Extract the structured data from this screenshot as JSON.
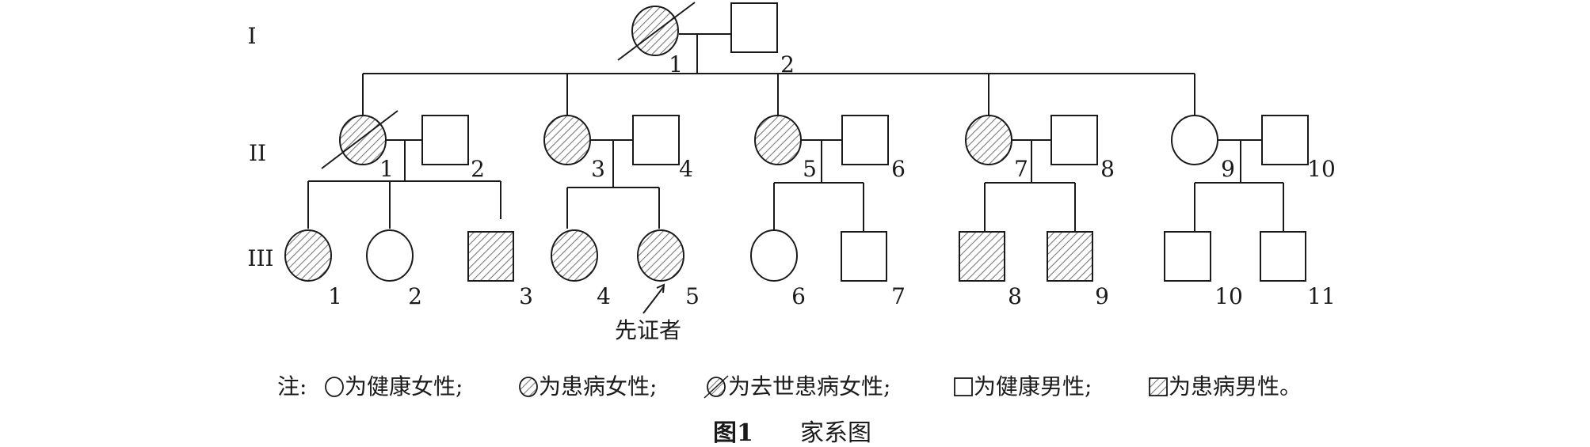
{
  "generations": [
    "I",
    "II",
    "III"
  ],
  "individuals": {
    "I-1": {
      "label": "1",
      "sex": "female",
      "affected": true,
      "deceased": true
    },
    "I-2": {
      "label": "2",
      "sex": "male",
      "affected": false,
      "deceased": false
    },
    "II-1": {
      "label": "1",
      "sex": "female",
      "affected": true,
      "deceased": true
    },
    "II-2": {
      "label": "2",
      "sex": "male",
      "affected": false,
      "deceased": false
    },
    "II-3": {
      "label": "3",
      "sex": "female",
      "affected": true,
      "deceased": false
    },
    "II-4": {
      "label": "4",
      "sex": "male",
      "affected": false,
      "deceased": false
    },
    "II-5": {
      "label": "5",
      "sex": "female",
      "affected": true,
      "deceased": false
    },
    "II-6": {
      "label": "6",
      "sex": "male",
      "affected": false,
      "deceased": false
    },
    "II-7": {
      "label": "7",
      "sex": "female",
      "affected": true,
      "deceased": false
    },
    "II-8": {
      "label": "8",
      "sex": "male",
      "affected": false,
      "deceased": false
    },
    "II-9": {
      "label": "9",
      "sex": "female",
      "affected": false,
      "deceased": false
    },
    "II-10": {
      "label": "10",
      "sex": "male",
      "affected": false,
      "deceased": false
    },
    "III-1": {
      "label": "1",
      "sex": "female",
      "affected": true,
      "deceased": false
    },
    "III-2": {
      "label": "2",
      "sex": "female",
      "affected": false,
      "deceased": false
    },
    "III-3": {
      "label": "3",
      "sex": "male",
      "affected": true,
      "deceased": false
    },
    "III-4": {
      "label": "4",
      "sex": "female",
      "affected": true,
      "deceased": false
    },
    "III-5": {
      "label": "5",
      "sex": "female",
      "affected": true,
      "deceased": false
    },
    "III-6": {
      "label": "6",
      "sex": "female",
      "affected": false,
      "deceased": false
    },
    "III-7": {
      "label": "7",
      "sex": "male",
      "affected": false,
      "deceased": false
    },
    "III-8": {
      "label": "8",
      "sex": "male",
      "affected": true,
      "deceased": false
    },
    "III-9": {
      "label": "9",
      "sex": "male",
      "affected": true,
      "deceased": false
    },
    "III-10": {
      "label": "10",
      "sex": "male",
      "affected": false,
      "deceased": false
    },
    "III-11": {
      "label": "11",
      "sex": "male",
      "affected": false,
      "deceased": false
    }
  },
  "proband": {
    "id": "III-5",
    "label": "先证者"
  },
  "note": {
    "prefix": "注:",
    "healthy_female": "为健康女性;",
    "affected_female": "为患病女性;",
    "deceased_affected_female": "为去世患病女性;",
    "healthy_male": "为健康男性;",
    "affected_male": "为患病男性。"
  },
  "caption": {
    "fig": "图1",
    "title": "家系图"
  }
}
